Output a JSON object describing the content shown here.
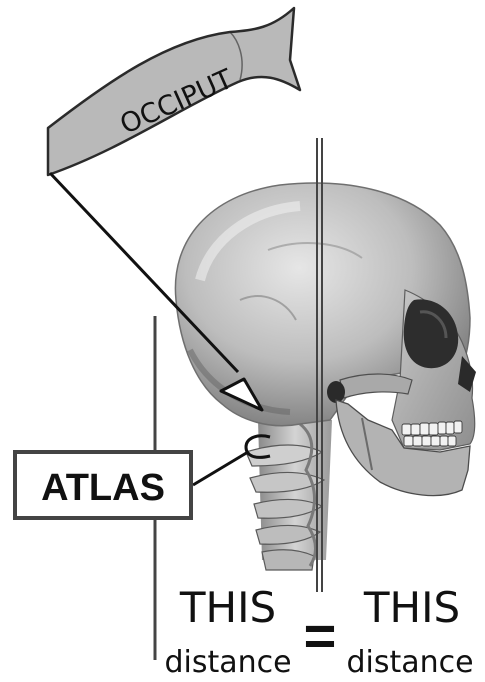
{
  "banner": {
    "text": "OCCIPUT"
  },
  "atlas": {
    "text": "ATLAS"
  },
  "caption": {
    "left_top": "THIS",
    "left_bottom": "distance",
    "equals": "=",
    "right_top": "THIS",
    "right_bottom": "distance"
  },
  "colors": {
    "banner_fill": "#b9b9b9",
    "outline": "#222222",
    "line": "#444444",
    "bone_light": "#d9d9d9",
    "bone_mid": "#9c9c9c",
    "bone_dark": "#3a3a3a"
  },
  "icons": [
    "occiput-banner-icon",
    "skull-illustration-icon",
    "atlas-bracket-icon"
  ]
}
